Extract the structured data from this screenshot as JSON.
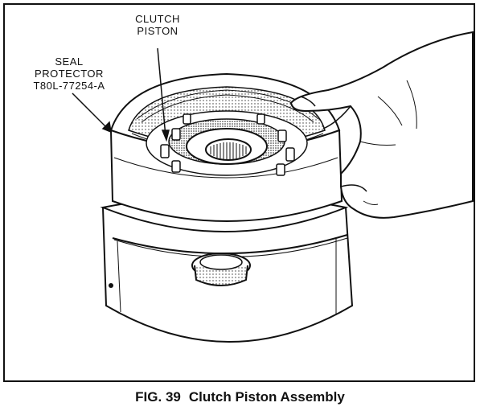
{
  "labels": {
    "clutch_piston": {
      "line1": "CLUTCH",
      "line2": "PISTON"
    },
    "seal_protector": {
      "line1": "SEAL",
      "line2": "PROTECTOR",
      "line3": "T80L-77254-A"
    }
  },
  "caption": {
    "fig_number": "FIG. 39",
    "title": "Clutch Piston Assembly"
  },
  "colors": {
    "ink": "#111111",
    "paper": "#ffffff",
    "shade": "#cfcfcf"
  }
}
